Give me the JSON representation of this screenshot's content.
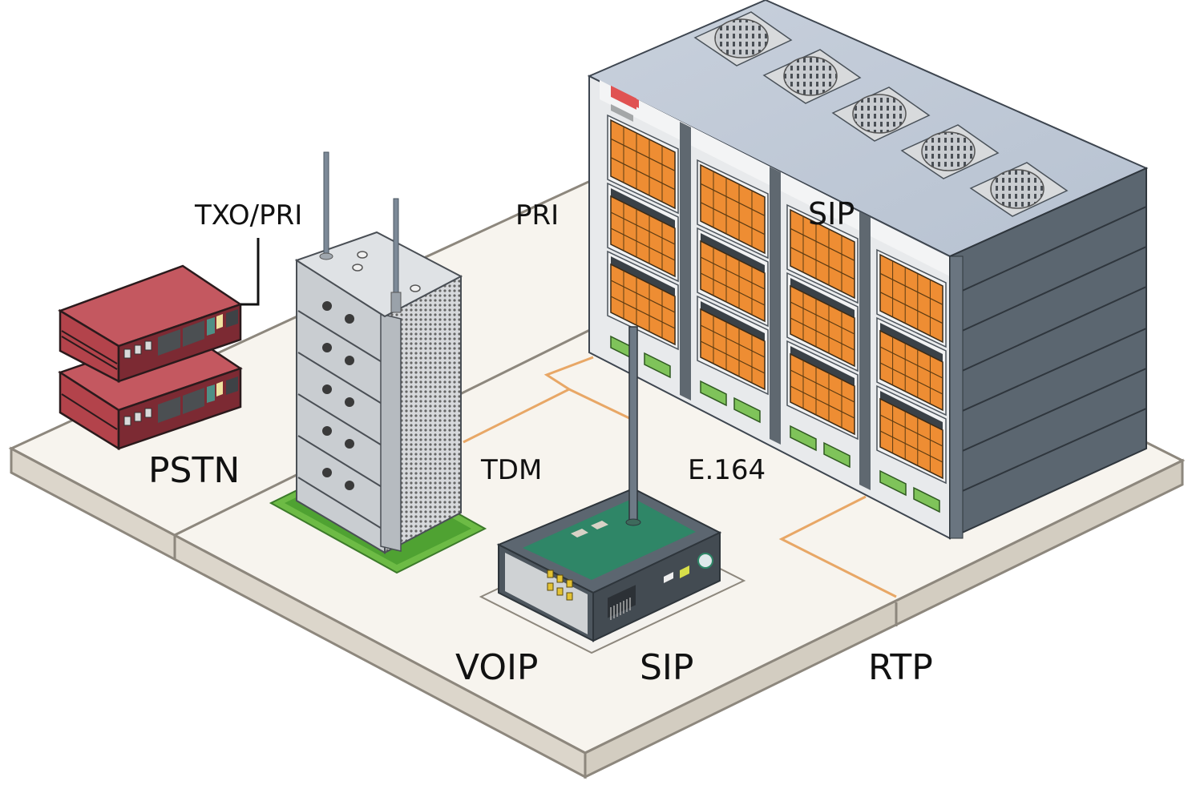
{
  "diagram": {
    "title": "Isometric telecom gateway illustration",
    "labels": {
      "txo_pri": "TXO/PRI",
      "pri": "PRI",
      "sip_top": "SIP",
      "pstn": "PSTN",
      "tdm": "TDM",
      "e164": "E.164",
      "voip": "VOIP",
      "sip_bottom": "SIP",
      "rtp": "RTP"
    },
    "components": [
      {
        "id": "pstn-switch-stack",
        "kind": "stacked red PSTN switch units",
        "units": 2
      },
      {
        "id": "tower-server",
        "kind": "tower gateway with antennas",
        "antennas": 2,
        "drive_bays": 5
      },
      {
        "id": "voip-gateway",
        "kind": "small VoIP gateway box with antenna"
      },
      {
        "id": "sip-server-rack",
        "kind": "large SIP server rack",
        "fans": 5,
        "columns": 4
      }
    ],
    "connections": [
      {
        "from": "tower-server",
        "to": "sip-server-rack",
        "style": "orange cable"
      },
      {
        "from": "voip-gateway",
        "to": "sip-server-rack",
        "style": "orange cable"
      }
    ],
    "colors": {
      "platform": "#f7f4ee",
      "platform_edge": "#d8d2c6",
      "outline": "#8d877d",
      "cable": "#e8a766",
      "red_unit": "#b5494f",
      "server_gray": "#c6cacd",
      "rack_side": "#5b6670",
      "module_orange": "#ee8d33",
      "board_green": "#2f8667",
      "base_green": "#6dbb45"
    }
  }
}
